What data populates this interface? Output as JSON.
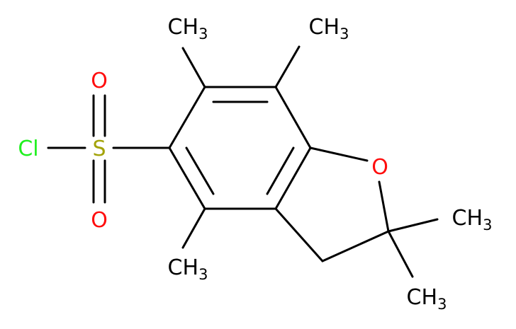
{
  "colors": {
    "carbon": "#000000",
    "oxygen": "#ff0d0d",
    "sulfur": "#a3a30a",
    "chlorine": "#1ff01f",
    "background": "#ffffff"
  },
  "atoms": {
    "cl": "Cl",
    "s": "S",
    "o_top": "O",
    "o_bottom": "O",
    "o_ring": "O"
  },
  "methyls": {
    "c6": {
      "symbol": "CH",
      "count": "3"
    },
    "c7": {
      "symbol": "CH",
      "count": "3"
    },
    "c4": {
      "symbol": "CH",
      "count": "3"
    },
    "c2a": {
      "symbol": "CH",
      "count": "3"
    },
    "c2b": {
      "symbol": "CH",
      "count": "3"
    }
  }
}
